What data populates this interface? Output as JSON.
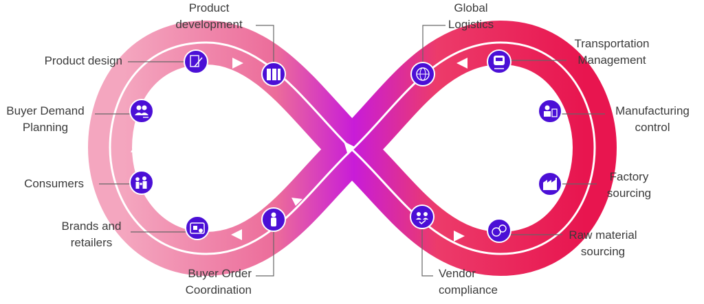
{
  "colors": {
    "loop_left": "#f4a6bf",
    "loop_center": "#c81cd8",
    "loop_right": "#e8154f",
    "node_fill": "#4b0fd6",
    "leader_line": "#666666",
    "label_text": "#3a3a3a"
  },
  "stages": [
    {
      "id": "product-design",
      "lines": [
        "Product design"
      ],
      "icon": "design-sketch-icon"
    },
    {
      "id": "product-development",
      "lines": [
        "Product",
        "development"
      ],
      "icon": "garments-icon"
    },
    {
      "id": "global-logistics",
      "lines": [
        "Global",
        "Logistics"
      ],
      "icon": "globe-logistics-icon"
    },
    {
      "id": "transportation-management",
      "lines": [
        "Transportation",
        "Management"
      ],
      "icon": "train-icon"
    },
    {
      "id": "manufacturing-control",
      "lines": [
        "Manufacturing",
        "control"
      ],
      "icon": "machine-worker-icon"
    },
    {
      "id": "factory-sourcing",
      "lines": [
        "Factory",
        "sourcing"
      ],
      "icon": "factory-icon"
    },
    {
      "id": "raw-material-sourcing",
      "lines": [
        "Raw material",
        "sourcing"
      ],
      "icon": "yarn-spools-icon"
    },
    {
      "id": "vendor-compliance",
      "lines": [
        "Vendor",
        "compliance"
      ],
      "icon": "team-check-icon"
    },
    {
      "id": "buyer-order-coordination",
      "lines": [
        "Buyer Order",
        "Coordination"
      ],
      "icon": "buyer-person-icon"
    },
    {
      "id": "brands-and-retailers",
      "lines": [
        "Brands and",
        "retailers"
      ],
      "icon": "storefront-icon"
    },
    {
      "id": "consumers",
      "lines": [
        "Consumers"
      ],
      "icon": "family-icon"
    },
    {
      "id": "buyer-demand-planning",
      "lines": [
        "Buyer Demand",
        "Planning"
      ],
      "icon": "people-cart-icon"
    }
  ]
}
